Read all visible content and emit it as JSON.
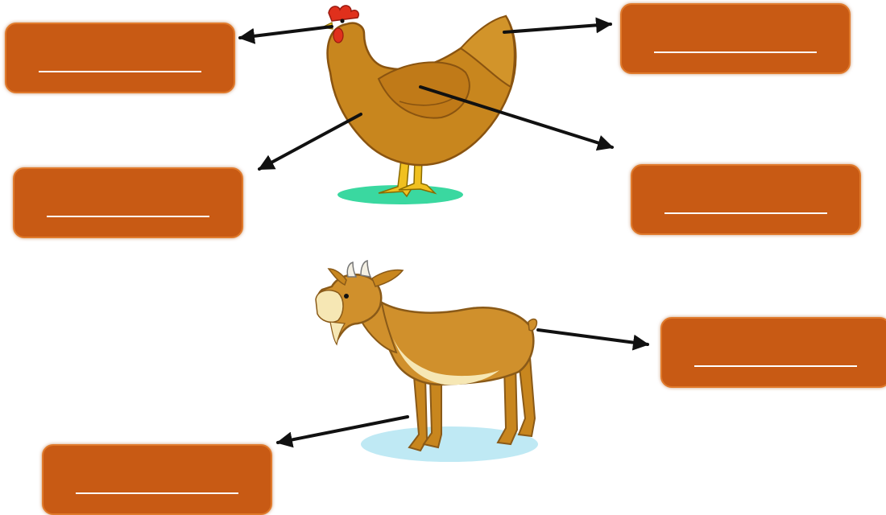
{
  "colors": {
    "box_fill": "#c85a14",
    "box_border": "#e07a2c",
    "arrow": "#111111",
    "chicken_body": "#c8861e",
    "chicken_dark": "#8a5410",
    "chicken_comb": "#e0301c",
    "chicken_feet": "#f0c020",
    "chicken_shadow": "#3ad8a0",
    "goat_body": "#d0902c",
    "goat_dark": "#8a5a18",
    "goat_light": "#f6e7b4",
    "goat_shadow": "#bfe9f4"
  },
  "chicken": {
    "icon": "chicken-illustration",
    "parts": [
      "beak",
      "tail",
      "leg",
      "wing"
    ],
    "labels": [
      {
        "answer": ""
      },
      {
        "answer": ""
      },
      {
        "answer": ""
      },
      {
        "answer": ""
      }
    ]
  },
  "goat": {
    "icon": "goat-illustration",
    "parts": [
      "tail",
      "leg"
    ],
    "labels": [
      {
        "answer": ""
      },
      {
        "answer": ""
      }
    ]
  }
}
